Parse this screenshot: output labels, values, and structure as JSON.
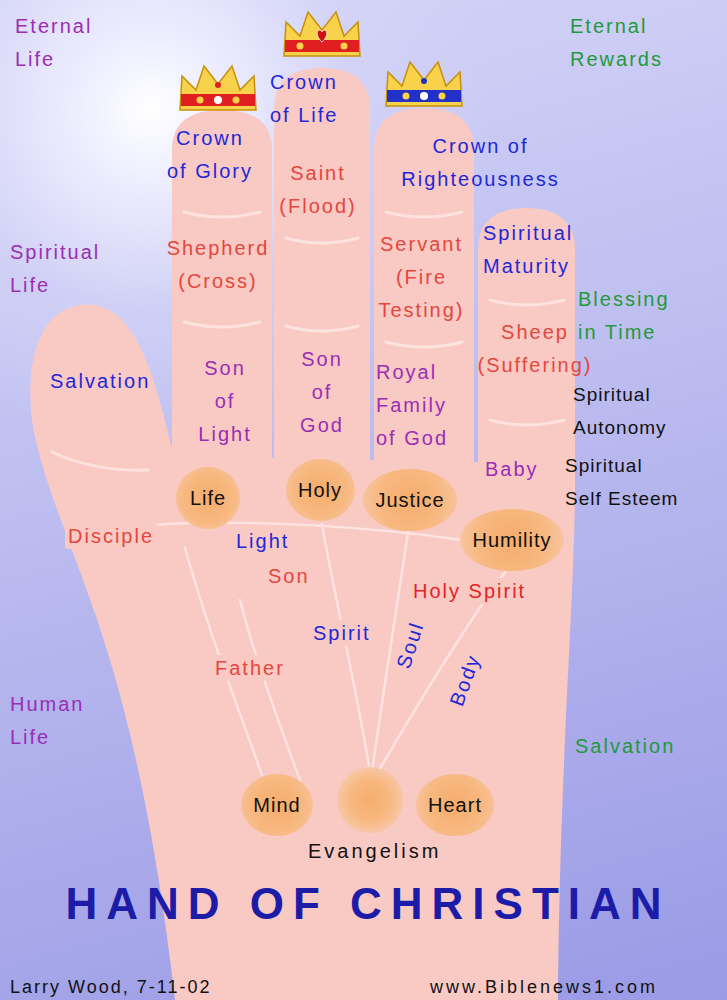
{
  "diagram": {
    "title": "HAND OF CHRISTIAN",
    "nodes": [
      {
        "text": [
          "Life"
        ]
      },
      {
        "text": [
          "Holy"
        ]
      },
      {
        "text": [
          "Justice"
        ]
      },
      {
        "text": [
          "Humility"
        ]
      },
      {
        "text": [
          "Mind"
        ]
      },
      {
        "text": [
          "Heart"
        ]
      }
    ],
    "labels": [
      "Eternal Life",
      "Crown of Life",
      "Eternal Rewards",
      "Crown of Glory",
      "Crown of Righteousness",
      "Saint (Flood)",
      "Spiritual Life",
      "Shepherd (Cross)",
      "Servant (Fire Testing)",
      "Spiritual Maturity",
      "Blessing in Time",
      "Sheep (Suffering)",
      "Salvation",
      "Son of Light",
      "Son of God",
      "Royal Family of God",
      "Spiritual Autonomy",
      "Baby",
      "Spiritual Self Esteem",
      "Disciple",
      "Light",
      "Son",
      "Holy Spirit",
      "Spirit",
      "Soul",
      "Body",
      "Father",
      "Human Life",
      "Salvation",
      "Evangelism",
      "Larry Wood, 7-11-02",
      "www.Biblenews1.com"
    ]
  }
}
